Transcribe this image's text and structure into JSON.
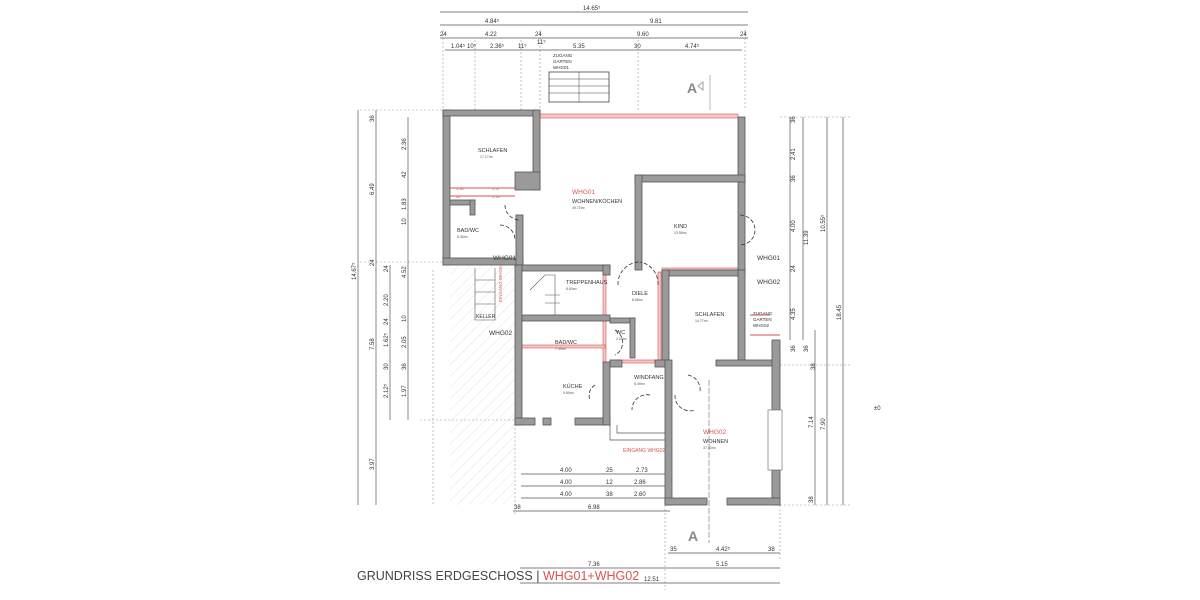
{
  "plan_title": "GRUNDRISS ERDGESCHOSS",
  "plan_separator": "|",
  "plan_subtitle": "WHG01+WHG02",
  "section_markers": [
    "A",
    "A"
  ],
  "rooms": [
    {
      "name": "SCHLAFEN",
      "area": "17.17m²"
    },
    {
      "name": "WOHNEN/KOCHEN",
      "area": "49.72m²"
    },
    {
      "name": "BAD/WC",
      "area": "6.36m²"
    },
    {
      "name": "KIND",
      "area": "13.58m²"
    },
    {
      "name": "TREPPENHAUS",
      "area": "8.60m²"
    },
    {
      "name": "DIELE",
      "area": "8.56m²"
    },
    {
      "name": "SCHLAFEN",
      "area": "14.77m²"
    },
    {
      "name": "WC",
      "area": "2.30m²"
    },
    {
      "name": "BAD/WC",
      "area": "7.49m²"
    },
    {
      "name": "KÜCHE",
      "area": "9.80m²"
    },
    {
      "name": "WINDFANG",
      "area": "6.49m²"
    },
    {
      "name": "WOHNEN",
      "area": "37.40m²"
    }
  ],
  "unit_labels": {
    "whg01_main": "WHG01",
    "whg02_main": "WHG02",
    "whg01_left": "WHG01",
    "whg02_left": "WHG02",
    "whg01_right": "WHG01",
    "whg02_right": "WHG02",
    "keller": "KELLER",
    "eingang_whg01": "EINGANG WHG01",
    "eingang_whg02": "EINGANG WHG02",
    "zugang_garten_whg01": [
      "ZUGANG",
      "GARTEN",
      "WHG01"
    ],
    "zugang_garten_whg02": [
      "ZUGANG",
      "GARTEN",
      "WHG02"
    ],
    "level_mark": "±0"
  },
  "dimensions": {
    "top": {
      "row1": [
        "14.65⁵"
      ],
      "row2": [
        "4.84⁵",
        "9.81"
      ],
      "row3": [
        "24",
        "4.22",
        "24",
        "9.60",
        "24"
      ],
      "row4": [
        "1.04⁵",
        "10⁵",
        "2.36⁵",
        "11⁵",
        "11⁵",
        "5.35",
        "30",
        "4.74⁵"
      ]
    },
    "left": {
      "outer": [
        "14.67⁵"
      ],
      "mid": [
        "36",
        "6.49",
        "24",
        "7.58",
        "3.97"
      ],
      "inner_a": [
        "24",
        "2.20",
        "24",
        "1.62⁵",
        "30",
        "2.12⁵"
      ],
      "inner_b": [
        "2.36",
        "42",
        "1.83",
        "10",
        "4.52",
        "10",
        "2.05",
        "36",
        "1.97"
      ]
    },
    "right": {
      "inner": [
        "36",
        "2.41",
        "36",
        "4.00",
        "24",
        "4.35",
        "36",
        "38",
        "7.14",
        "38"
      ],
      "mid": [
        "11.39",
        "36",
        "7.90"
      ],
      "outer_a": [
        "10.55⁵"
      ],
      "outer_b": [
        "18.45"
      ]
    },
    "bottom": {
      "row1": [
        "4.00",
        "25",
        "2.73"
      ],
      "row2": [
        "4.00",
        "12",
        "2.86"
      ],
      "row3": [
        "4.00",
        "38",
        "2.60"
      ],
      "row4": [
        "38",
        "6.98"
      ],
      "row5": [
        "35",
        "4.42⁵",
        "38"
      ],
      "row6": [
        "7.36",
        "5.15"
      ],
      "row7": [
        "12.51"
      ]
    },
    "inline": [
      "1.50",
      "2.57",
      "30",
      "2.50"
    ]
  },
  "colors": {
    "wall": "#9a9a9a",
    "accent": "#d9534f",
    "text": "#333333"
  }
}
